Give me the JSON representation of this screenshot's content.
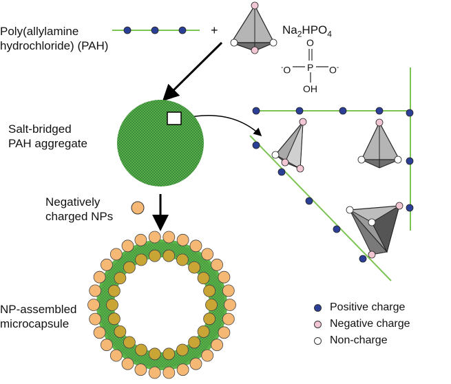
{
  "labels": {
    "pah_line1": "Poly(allylamine",
    "pah_line2": "hydrochloride) (PAH)",
    "plus": "+",
    "salt_main": "Na",
    "salt_sub1": "2",
    "salt_mid": "HPO",
    "salt_sub2": "4",
    "aggregate_line1": "Salt-bridged",
    "aggregate_line2": "PAH aggregate",
    "nps_line1": "Negatively",
    "nps_line2": "charged NPs",
    "capsule_line1": "NP-assembled",
    "capsule_line2": "microcapsule"
  },
  "phosphate": {
    "o_top": "O",
    "o_left": "O",
    "p": "P",
    "o_right": "O",
    "oh": "OH",
    "minus": "-"
  },
  "legend": [
    {
      "label": "Positive charge",
      "color": "#2b3f97"
    },
    {
      "label": "Negative charge",
      "color": "#f2c7d3"
    },
    {
      "label": "Non-charge",
      "color": "#ffffff"
    }
  ],
  "colors": {
    "chain": "#7cc353",
    "positive": "#2b3f97",
    "negative": "#f2c7d3",
    "np": "#f5b875",
    "np_inner": "#c9a535",
    "aggregate": "#58b14b"
  }
}
